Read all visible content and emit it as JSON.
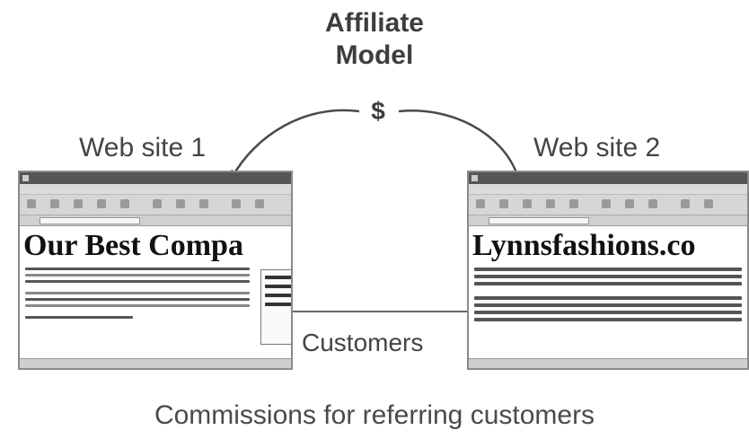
{
  "title_line1": "Affiliate",
  "title_line2": "Model",
  "money_symbol": "$",
  "website1": {
    "label": "Web site 1",
    "headline": "Our Best Compa"
  },
  "website2": {
    "label": "Web site 2",
    "headline": "Lynnsfashions.co"
  },
  "flow_label": "Customers",
  "caption": "Commissions for referring customers"
}
